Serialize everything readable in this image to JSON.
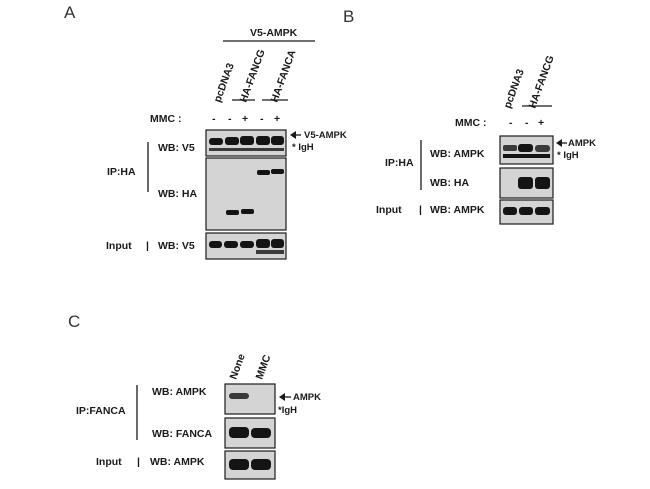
{
  "panel_a": {
    "letter": "A",
    "group_label": "V5-AMPK",
    "lanes": [
      "pcDNA3",
      "HA-FANCG",
      "HA-FANCA"
    ],
    "mmc_label": "MMC :",
    "mmc_signs": [
      "-",
      "-",
      "+",
      "-",
      "+"
    ],
    "ip_label": "IP:HA",
    "input_label": "Input",
    "wb_ip1": "WB: V5",
    "wb_ip2": "WB: HA",
    "wb_input": "WB: V5",
    "arrow_label": "V5-AMPK",
    "star_label": "* IgH"
  },
  "panel_b": {
    "letter": "B",
    "lanes": [
      "pcDNA3",
      "HA-FANCG"
    ],
    "mmc_label": "MMC :",
    "mmc_signs": [
      "-",
      "-",
      "+"
    ],
    "ip_label": "IP:HA",
    "input_label": "Input",
    "wb_ip1": "WB: AMPK",
    "wb_ip2": "WB: HA",
    "wb_input": "WB: AMPK",
    "arrow_label": "AMPK",
    "star_label": "* IgH"
  },
  "panel_c": {
    "letter": "C",
    "lanes": [
      "None",
      "MMC"
    ],
    "ip_label": "IP:FANCA",
    "input_label": "Input",
    "wb_ip1": "WB: AMPK",
    "wb_ip2": "WB: FANCA",
    "wb_input": "WB: AMPK",
    "arrow_label": "AMPK",
    "star_label": "*IgH"
  },
  "separator": "|"
}
